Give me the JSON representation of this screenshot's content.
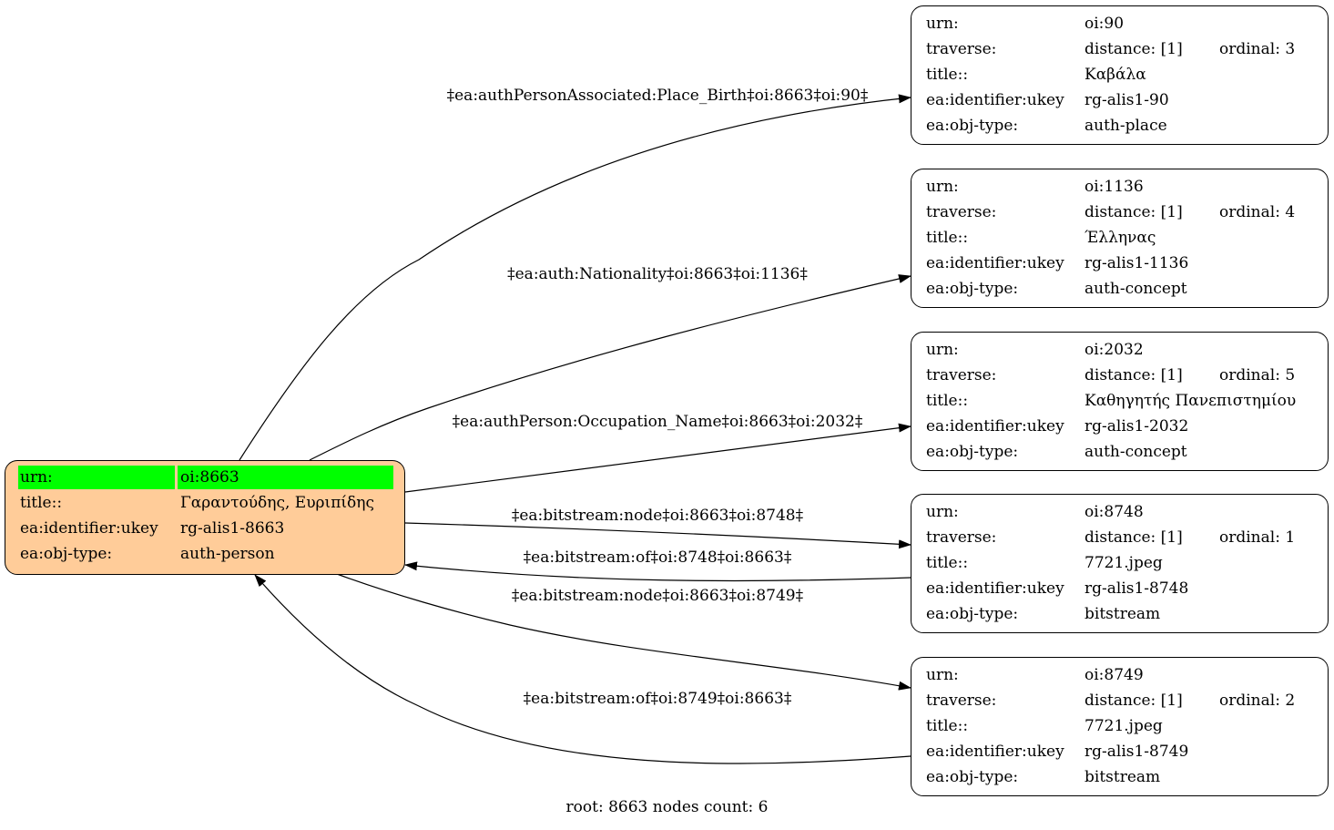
{
  "root": {
    "fields": [
      {
        "key": "urn:",
        "value": "oi:8663",
        "highlight": true
      },
      {
        "key": "title::",
        "value": "Γαραντούδης, Ευριπίδης"
      },
      {
        "key": "ea:identifier:ukey",
        "value": "rg-alis1-8663"
      },
      {
        "key": "ea:obj-type:",
        "value": "auth-person"
      }
    ],
    "fill": "#ffcc99",
    "highlight_color": "#00ff00"
  },
  "nodes": [
    {
      "urn": "oi:90",
      "distance": "distance: [1]",
      "ordinal": "ordinal: 3",
      "title": "Καβάλα",
      "ukey": "rg-alis1-90",
      "obj_type": "auth-place"
    },
    {
      "urn": "oi:1136",
      "distance": "distance: [1]",
      "ordinal": "ordinal: 4",
      "title": "Έλληνας",
      "ukey": "rg-alis1-1136",
      "obj_type": "auth-concept"
    },
    {
      "urn": "oi:2032",
      "distance": "distance: [1]",
      "ordinal": "ordinal: 5",
      "title": "Καθηγητής Πανεπιστημίου",
      "ukey": "rg-alis1-2032",
      "obj_type": "auth-concept"
    },
    {
      "urn": "oi:8748",
      "distance": "distance: [1]",
      "ordinal": "ordinal: 1",
      "title": "7721.jpeg",
      "ukey": "rg-alis1-8748",
      "obj_type": "bitstream"
    },
    {
      "urn": "oi:8749",
      "distance": "distance: [1]",
      "ordinal": "ordinal: 2",
      "title": "7721.jpeg",
      "ukey": "rg-alis1-8749",
      "obj_type": "bitstream"
    }
  ],
  "labels": {
    "urn": "urn:",
    "traverse": "traverse:",
    "title": "title::",
    "ukey": "ea:identifier:ukey",
    "obj_type": "ea:obj-type:"
  },
  "edges": [
    {
      "label": "‡ea:authPersonAssociated:Place_Birth‡oi:8663‡oi:90‡"
    },
    {
      "label": "‡ea:auth:Nationality‡oi:8663‡oi:1136‡"
    },
    {
      "label": "‡ea:authPerson:Occupation_Name‡oi:8663‡oi:2032‡"
    },
    {
      "label": "‡ea:bitstream:node‡oi:8663‡oi:8748‡"
    },
    {
      "label": "‡ea:bitstream:of‡oi:8748‡oi:8663‡"
    },
    {
      "label": "‡ea:bitstream:node‡oi:8663‡oi:8749‡"
    },
    {
      "label": "‡ea:bitstream:of‡oi:8749‡oi:8663‡"
    }
  ],
  "footer": "root: 8663 nodes count: 6"
}
